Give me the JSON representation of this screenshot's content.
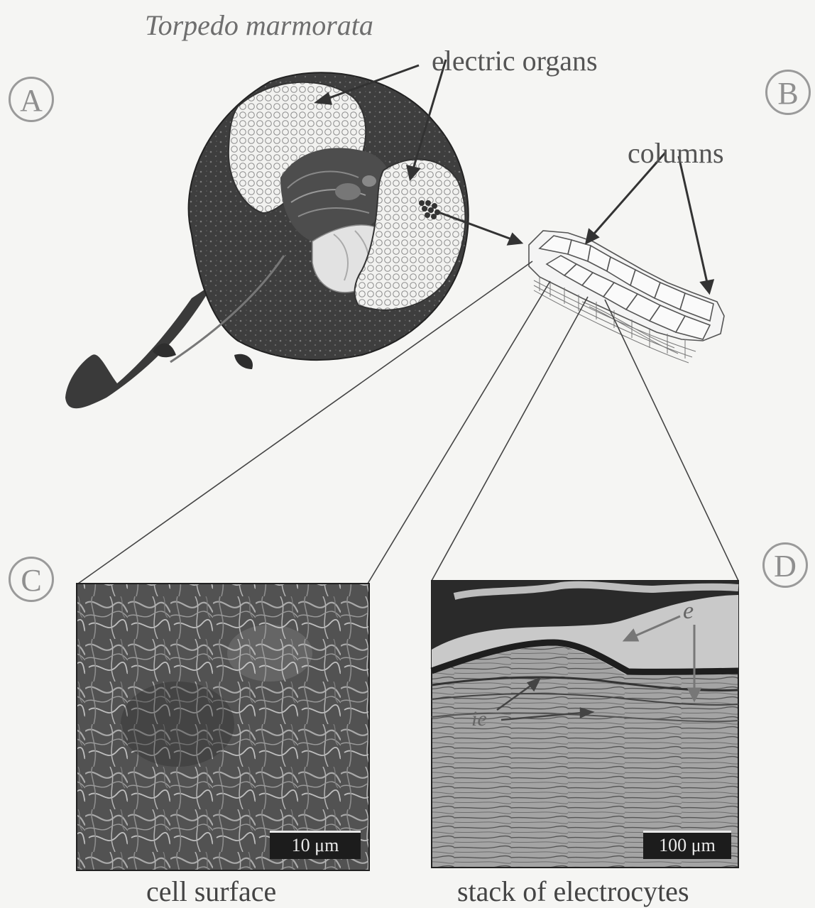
{
  "title": "Torpedo marmorata",
  "labels": {
    "electric_organs": "electric organs",
    "columns": "columns",
    "e": "e",
    "ie": "ie"
  },
  "panels": {
    "a": "A",
    "b": "B",
    "c": "C",
    "d": "D"
  },
  "captions": {
    "c": "cell surface",
    "d": "stack of electrocytes"
  },
  "scale_bars": {
    "c": "10 μm",
    "d": "100 μm"
  },
  "icons": {
    "ray": "torpedo-ray-illustration",
    "columns": "electrocyte-columns-drawing",
    "micrograph_c": "cell-surface-micrograph",
    "micrograph_d": "electrocyte-stack-micrograph"
  }
}
